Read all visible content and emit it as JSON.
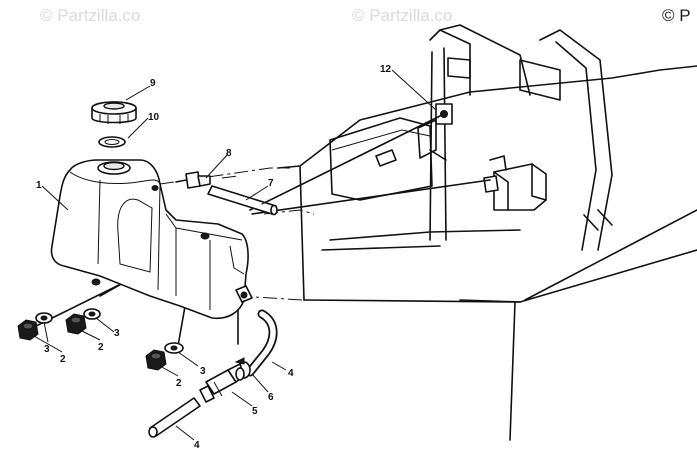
{
  "watermarks": {
    "left": "© Partzilla.co",
    "middle": "© Partzilla.co",
    "right": "© P"
  },
  "callouts": {
    "tank": "1",
    "nut_a": "2",
    "nut_b": "2",
    "nut_c": "2",
    "washer_a": "3",
    "washer_b": "3",
    "washer_c": "3",
    "hose_upper": "4",
    "hose_lower": "4",
    "valve": "5",
    "clamp": "6",
    "rod": "7",
    "fitting": "8",
    "cap": "9",
    "gasket": "10",
    "bracket": "12"
  }
}
